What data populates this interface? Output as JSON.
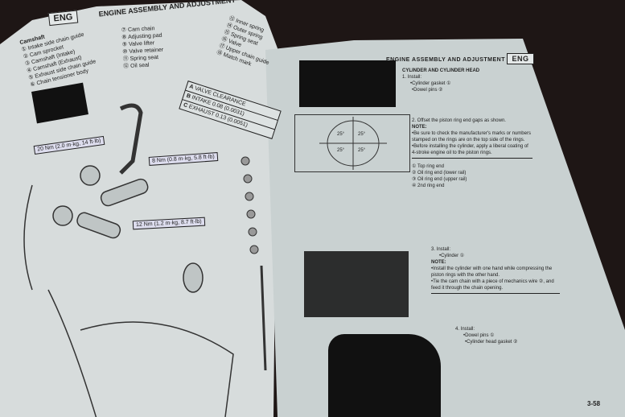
{
  "left_page": {
    "header": {
      "badge": "ENG",
      "title": "ENGINE ASSEMBLY AND ADJUSTMENT"
    },
    "section_title": "Camshaft",
    "parts_col1": [
      "① Intake side chain guide",
      "② Cam sprocket",
      "③ Camshaft (Intake)",
      "④ Camshaft (Exhaust)",
      "⑤ Exhaust side chain guide",
      "⑥ Chain tensioner body"
    ],
    "parts_col2": [
      "⑦ Cam chain",
      "⑧ Adjusting pad",
      "⑨ Valve lifter",
      "⑩ Valve retainer",
      "⑪ Spring seat",
      "⑫ Oil seal"
    ],
    "parts_col3": [
      "⑬ Inner spring",
      "⑭ Outer spring",
      "⑮ Spring seat",
      "⑯ Valve",
      "⑰ Upper chain guide",
      "⑱ Match mark"
    ],
    "spec_table": [
      {
        "key": "A",
        "label": "VALVE CLEARANCE"
      },
      {
        "key": "B",
        "label": "INTAKE 0.08 (0.0031)"
      },
      {
        "key": "C",
        "label": "EXHAUST 0.13 (0.0051)"
      }
    ],
    "torques": [
      "20 Nm (2.0 m·kg, 14 ft·lb)",
      "8 Nm (0.8 m·kg, 5.8 ft·lb)",
      "12 Nm (1.2 m·kg, 8.7 ft·lb)"
    ]
  },
  "right_page": {
    "header": {
      "title": "ENGINE ASSEMBLY AND ADJUSTMENT",
      "badge": "ENG"
    },
    "section_title": "CYLINDER AND CYLINDER HEAD",
    "step1": {
      "title": "1. Install:",
      "items": [
        "•Cylinder gasket ①",
        "•Dowel pins ②"
      ]
    },
    "step2": {
      "title": "2. Offset the piston ring end gaps as shown.",
      "note_label": "NOTE:",
      "notes": [
        "•Be sure to check the manufacturer's marks or numbers stamped on the rings are on the top side of the rings.",
        "•Before installing the cylinder, apply a liberal coating of 4-stroke engine oil to the piston rings."
      ],
      "legend": [
        "① Top ring end",
        "② Oil ring end (lower rail)",
        "③ Oil ring end (upper rail)",
        "④ 2nd ring end"
      ]
    },
    "diagram_angles": [
      "25°",
      "25°",
      "25°",
      "25°"
    ],
    "step3": {
      "title": "3. Install:",
      "items": [
        "•Cylinder ①"
      ],
      "note_label": "NOTE:",
      "notes": [
        "•Install the cylinder with one hand while compressing the piston rings with the other hand.",
        "•Tie the cam chain with a piece of mechanics wire ②, and feed it through the chain opening."
      ]
    },
    "step4": {
      "title": "4. Install:",
      "items": [
        "•Dowel pins ①",
        "•Cylinder head gasket ②"
      ]
    },
    "page_number": "3-58"
  }
}
